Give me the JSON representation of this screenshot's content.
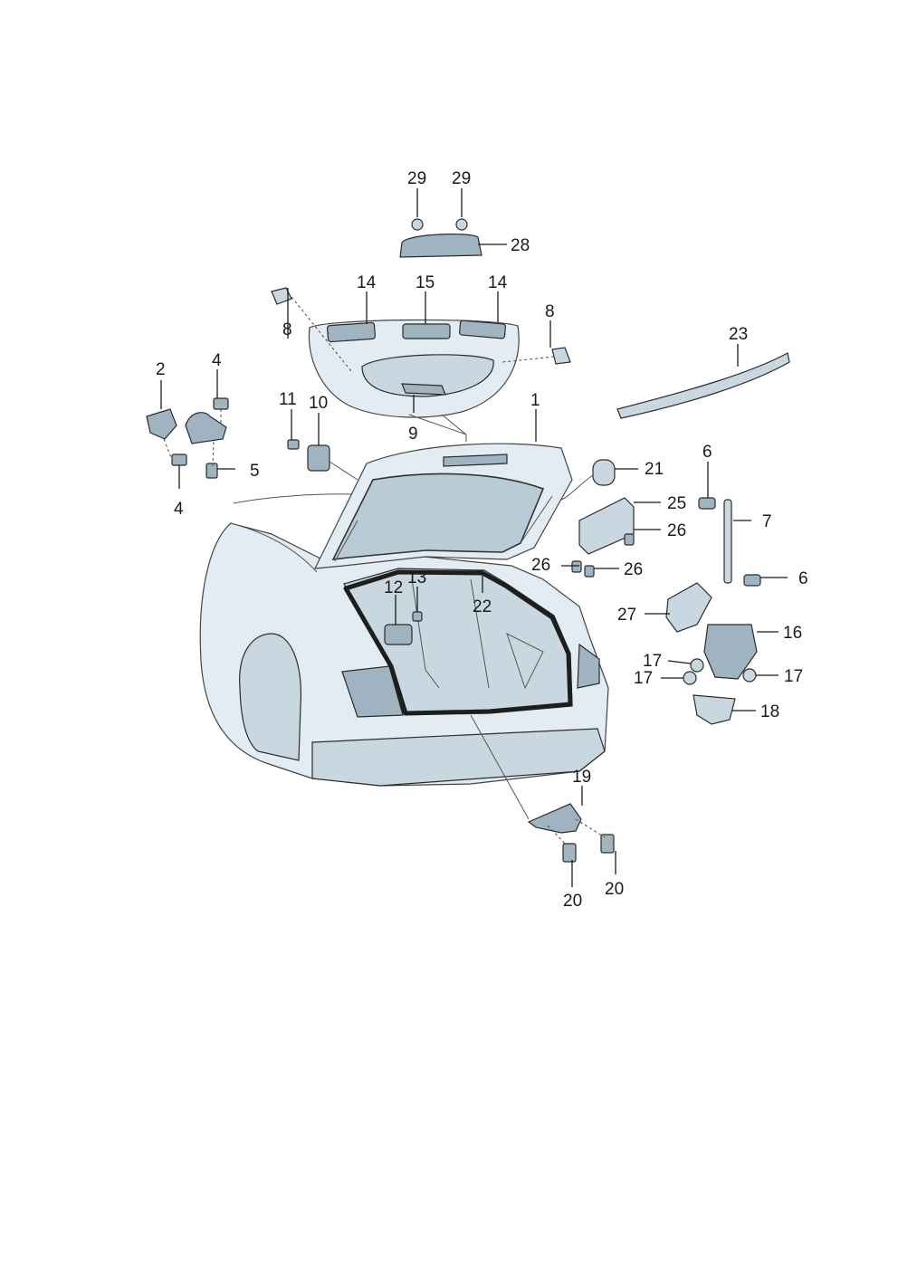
{
  "callouts": {
    "c29a": "29",
    "c29b": "29",
    "c28": "28",
    "c14a": "14",
    "c15": "15",
    "c14b": "14",
    "c8a": "8",
    "c8b": "8",
    "c23": "23",
    "c2": "2",
    "c4a": "4",
    "c4b": "4",
    "c5": "5",
    "c11": "11",
    "c10": "10",
    "c9": "9",
    "c1": "1",
    "c21": "21",
    "c6a": "6",
    "c6b": "6",
    "c7": "7",
    "c25": "25",
    "c26a": "26",
    "c26b": "26",
    "c26c": "26",
    "c12": "12",
    "c13": "13",
    "c22": "22",
    "c27": "27",
    "c16": "16",
    "c17a": "17",
    "c17b": "17",
    "c17c": "17",
    "c18": "18",
    "c19": "19",
    "c20a": "20",
    "c20b": "20"
  }
}
